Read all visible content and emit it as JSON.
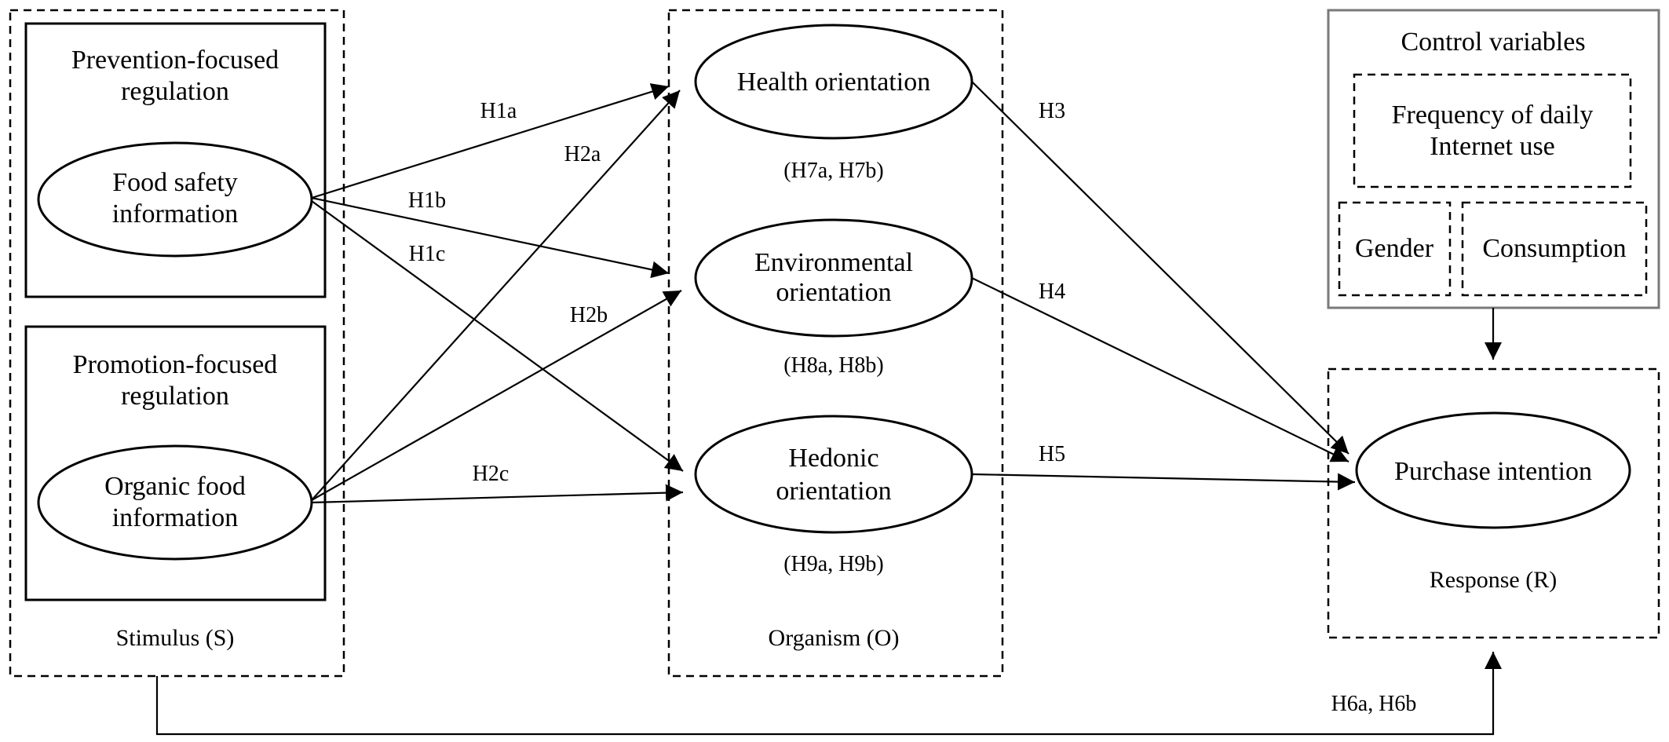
{
  "stimulus": {
    "label": "Stimulus (S)",
    "prevention": {
      "title_lines": [
        "Prevention-focused",
        "regulation"
      ],
      "node_lines": [
        "Food safety",
        "information"
      ]
    },
    "promotion": {
      "title_lines": [
        "Promotion-focused",
        "regulation"
      ],
      "node_lines": [
        "Organic food",
        "information"
      ]
    }
  },
  "organism": {
    "label": "Organism (O)",
    "health": {
      "lines": [
        "Health orientation"
      ],
      "note": "(H7a, H7b)"
    },
    "environmental": {
      "lines": [
        "Environmental",
        "orientation"
      ],
      "note": "(H8a, H8b)"
    },
    "hedonic": {
      "lines": [
        "Hedonic",
        "orientation"
      ],
      "note": "(H9a, H9b)"
    }
  },
  "response": {
    "label": "Response (R)",
    "purchase": {
      "lines": [
        "Purchase intention"
      ]
    }
  },
  "controls": {
    "title": "Control variables",
    "frequency_lines": [
      "Frequency of daily",
      "Internet use"
    ],
    "gender": "Gender",
    "consumption": "Consumption"
  },
  "paths": {
    "H1a": "H1a",
    "H1b": "H1b",
    "H1c": "H1c",
    "H2a": "H2a",
    "H2b": "H2b",
    "H2c": "H2c",
    "H3": "H3",
    "H4": "H4",
    "H5": "H5",
    "H6": "H6a, H6b"
  }
}
